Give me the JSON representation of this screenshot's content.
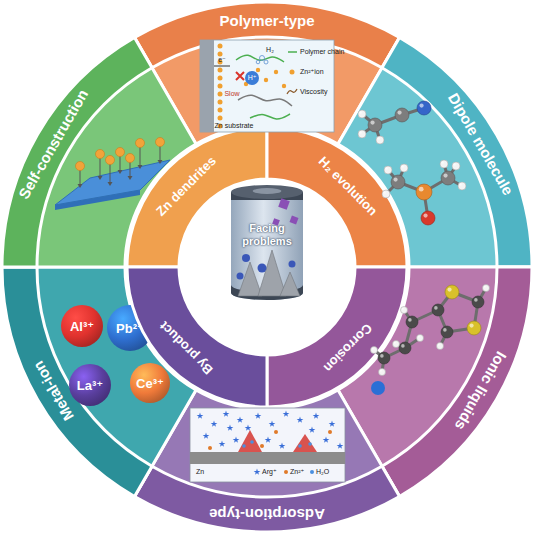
{
  "diagram": {
    "nodes": [
      {
        "text": [
          "Polymer-type"
        ]
      },
      {
        "text": [
          "Dipole molecule"
        ]
      },
      {
        "text": [
          "Ionic liquids"
        ]
      },
      {
        "text": [
          "Adsorption-type"
        ]
      },
      {
        "text": [
          "Metal-ion"
        ]
      },
      {
        "text": [
          "Al³⁺"
        ],
        "in": 4
      },
      {
        "text": [
          "Pb²⁺"
        ],
        "in": 4
      },
      {
        "text": [
          "La³⁺"
        ],
        "in": 4
      },
      {
        "text": [
          "Ce³⁺"
        ],
        "in": 4
      },
      {
        "text": [
          "Self-construction"
        ]
      },
      {
        "text": [
          "Zn dendrites"
        ]
      },
      {
        "text": [
          "H₂ evolution"
        ]
      },
      {
        "text": [
          "Corrosion"
        ]
      },
      {
        "text": [
          "By product"
        ]
      },
      {
        "text": [
          "Facing problems"
        ]
      }
    ],
    "labels": [
      "H₂",
      "H⁺",
      "Polymer chain",
      "Zn²⁺ion",
      "Viscosity",
      "e⁻",
      "Slow",
      "Zn substrate",
      "Zn",
      "Arg⁺",
      "Zn²⁺",
      "H₂O"
    ]
  }
}
